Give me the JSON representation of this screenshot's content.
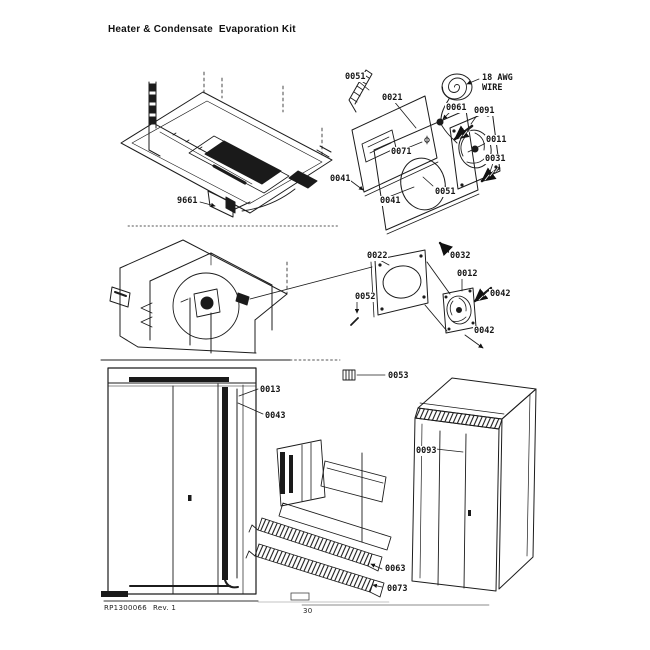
{
  "page": {
    "title": "Heater & Condensate  Evaporation Kit",
    "footer": {
      "doc_number": "RP1300066",
      "revision": "Rev. 1",
      "page_number": "30"
    }
  },
  "sections": {
    "evap_kit": {
      "wire_note": "18 AWG\nWIRE",
      "labels": [
        "0051",
        "0021",
        "0061",
        "0091",
        "0011",
        "0071",
        "0031",
        "0041",
        "0041",
        "0051"
      ]
    },
    "base_assembly": {
      "labels": [
        "9661"
      ]
    },
    "fan_duct": {
      "labels": [
        "0022",
        "0032",
        "0012",
        "0042",
        "0052",
        "0042"
      ]
    },
    "fridge_front": {
      "labels": [
        "0013",
        "0043"
      ]
    },
    "drain_clip": {
      "labels": [
        "0053"
      ]
    },
    "drain_rails": {
      "labels": [
        "0063",
        "0073"
      ]
    },
    "cabinet_iso": {
      "labels": [
        "0093"
      ]
    }
  },
  "colors": {
    "ink": "#1c1c1c",
    "paper": "#ffffff"
  }
}
